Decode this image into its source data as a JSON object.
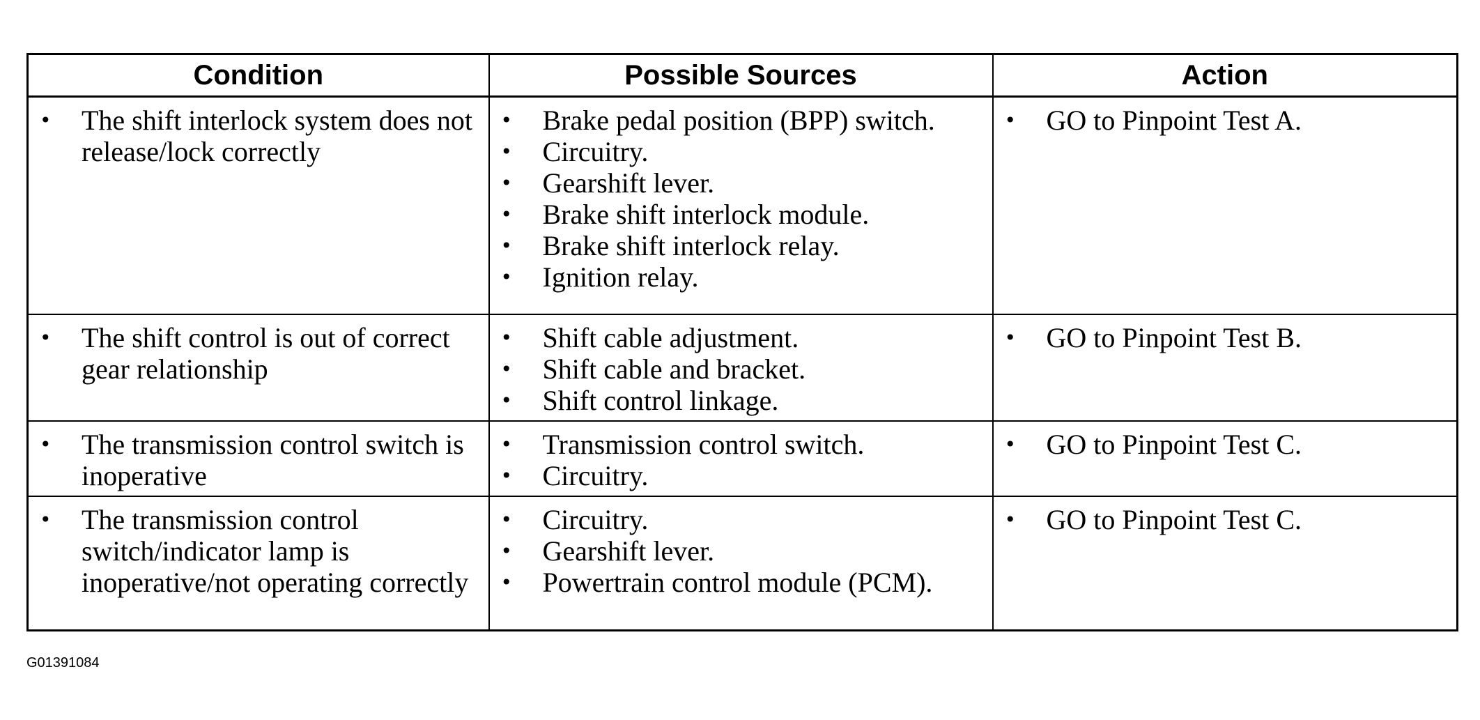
{
  "table": {
    "headers": {
      "condition": "Condition",
      "sources": "Possible Sources",
      "action": "Action"
    },
    "bullet": "•",
    "rows": [
      {
        "condition": "The shift interlock system does not release/lock correctly",
        "sources": [
          "Brake pedal position (BPP) switch.",
          "Circuitry.",
          "Gearshift lever.",
          "Brake shift interlock module.",
          "Brake shift interlock relay.",
          "Ignition relay."
        ],
        "action": "GO to Pinpoint Test A."
      },
      {
        "condition": "The shift control is out of correct gear relationship",
        "sources": [
          "Shift cable adjustment.",
          "Shift cable and bracket.",
          "Shift control linkage."
        ],
        "action": "GO to Pinpoint Test B."
      },
      {
        "condition": "The transmission control switch is inoperative",
        "sources": [
          "Transmission control switch.",
          "Circuitry."
        ],
        "action": "GO to Pinpoint Test C."
      },
      {
        "condition": "The transmission control switch/indicator lamp is inoperative/not operating correctly",
        "sources": [
          "Circuitry.",
          "Gearshift lever.",
          "Powertrain control module (PCM)."
        ],
        "action": "GO to Pinpoint Test C."
      }
    ]
  },
  "figure_id": "G01391084"
}
